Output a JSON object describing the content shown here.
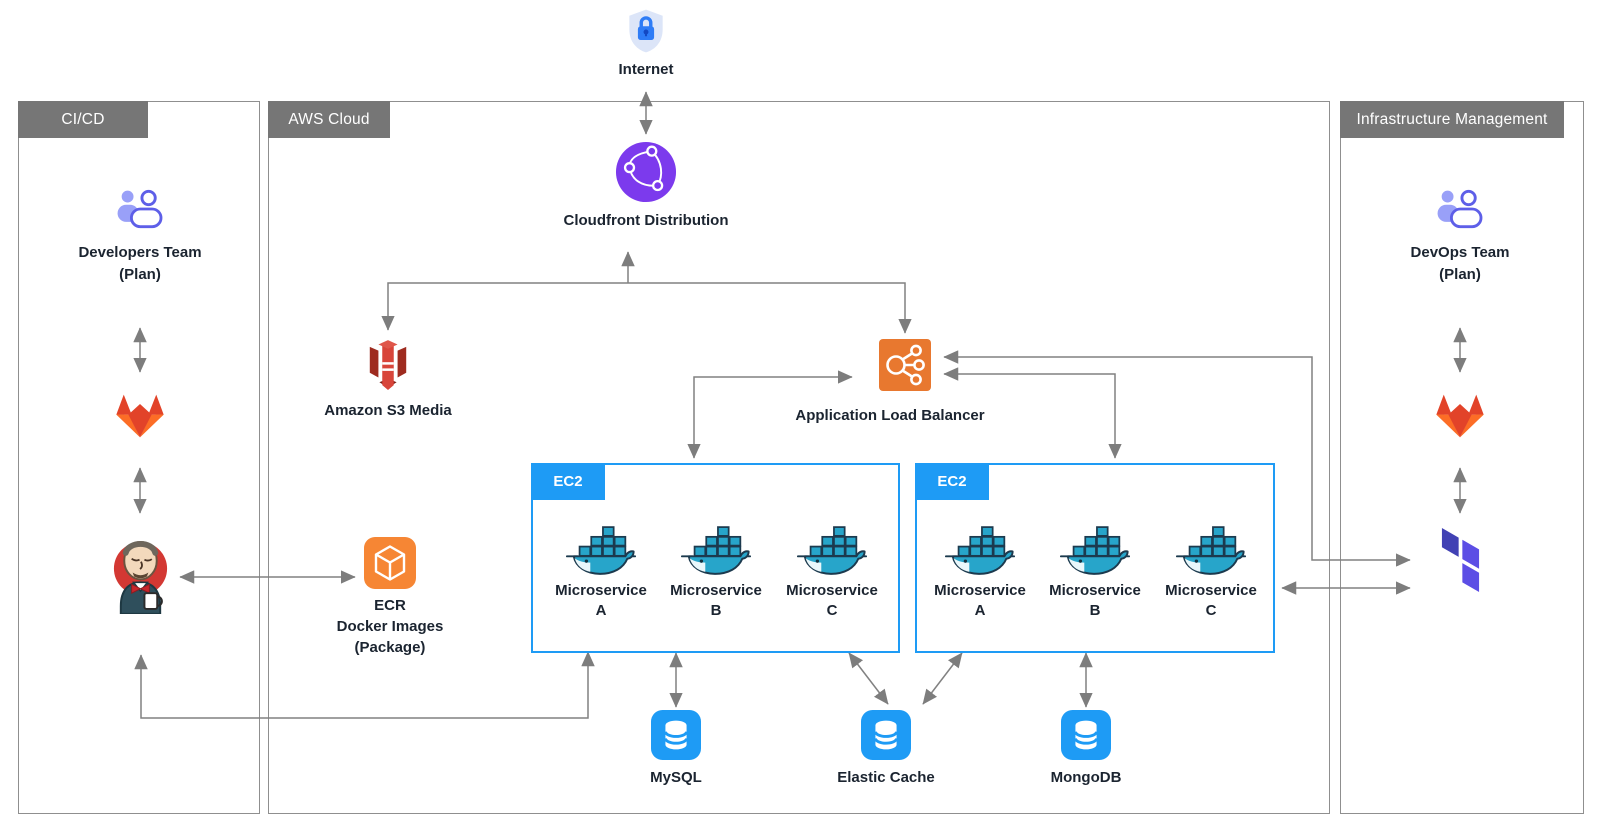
{
  "sections": {
    "cicd": {
      "title": "CI/CD"
    },
    "aws_cloud": {
      "title": "AWS Cloud"
    },
    "infrastructure": {
      "title": "Infrastructure Management"
    }
  },
  "nodes": {
    "internet": {
      "label": "Internet"
    },
    "cloudfront": {
      "label": "Cloudfront Distribution"
    },
    "s3": {
      "label": "Amazon S3 Media"
    },
    "alb": {
      "label": "Application Load Balancer"
    },
    "ecr": {
      "line1": "ECR",
      "line2": "Docker Images",
      "line3": "(Package)"
    },
    "developers_team": {
      "line1": "Developers Team",
      "line2": "(Plan)"
    },
    "devops_team": {
      "line1": "DevOps Team",
      "line2": "(Plan)"
    },
    "mysql": {
      "label": "MySQL"
    },
    "elastic_cache": {
      "label": "Elastic Cache"
    },
    "mongodb": {
      "label": "MongoDB"
    }
  },
  "ec2_clusters": [
    {
      "title": "EC2",
      "services": [
        {
          "line1": "Microservice",
          "line2": "A"
        },
        {
          "line1": "Microservice",
          "line2": "B"
        },
        {
          "line1": "Microservice",
          "line2": "C"
        }
      ]
    },
    {
      "title": "EC2",
      "services": [
        {
          "line1": "Microservice",
          "line2": "A"
        },
        {
          "line1": "Microservice",
          "line2": "B"
        },
        {
          "line1": "Microservice",
          "line2": "C"
        }
      ]
    }
  ],
  "icons": {
    "internet": "shield-lock-icon",
    "cloudfront": "cloudfront-globe-icon",
    "s3": "s3-bucket-icon",
    "alb": "load-balancer-icon",
    "ecr": "ecr-package-icon",
    "microservice": "docker-whale-icon",
    "database": "database-icon",
    "team": "team-icon",
    "gitlab": "gitlab-icon",
    "jenkins": "jenkins-icon",
    "terraform": "terraform-icon"
  },
  "colors": {
    "section_header_gray": "#767676",
    "ec2_blue": "#1E9BF5",
    "database_blue": "#1E9BF5",
    "alb_orange": "#E8782F",
    "ecr_orange": "#F68634",
    "s3_red": "#C6382C",
    "cloudfront_purple": "#7C3AED",
    "gitlab_orange": "#FC6D26",
    "gitlab_red": "#E24329",
    "terraform_purple": "#5C4EE5",
    "team_indigo": "#5E5FE8",
    "connector_gray": "#7D7D7D",
    "label_dark": "#1B2430"
  }
}
